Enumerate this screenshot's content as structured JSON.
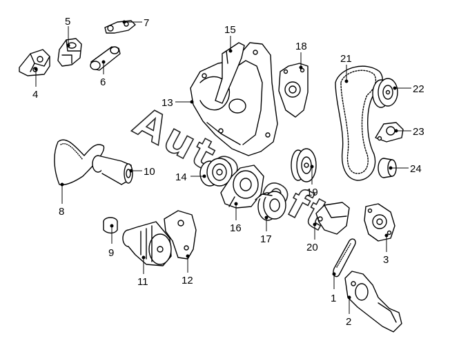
{
  "watermark": {
    "text": "Autosoft"
  },
  "callouts": [
    {
      "id": "1",
      "label": "1"
    },
    {
      "id": "2",
      "label": "2"
    },
    {
      "id": "3",
      "label": "3"
    },
    {
      "id": "4",
      "label": "4"
    },
    {
      "id": "5",
      "label": "5"
    },
    {
      "id": "6",
      "label": "6"
    },
    {
      "id": "7",
      "label": "7"
    },
    {
      "id": "8",
      "label": "8"
    },
    {
      "id": "9",
      "label": "9"
    },
    {
      "id": "10",
      "label": "10"
    },
    {
      "id": "11",
      "label": "11"
    },
    {
      "id": "12",
      "label": "12"
    },
    {
      "id": "13",
      "label": "13"
    },
    {
      "id": "14",
      "label": "14"
    },
    {
      "id": "15",
      "label": "15"
    },
    {
      "id": "16",
      "label": "16"
    },
    {
      "id": "17",
      "label": "17"
    },
    {
      "id": "18",
      "label": "18"
    },
    {
      "id": "19",
      "label": "19"
    },
    {
      "id": "20",
      "label": "20"
    },
    {
      "id": "21",
      "label": "21"
    },
    {
      "id": "22",
      "label": "22"
    },
    {
      "id": "23",
      "label": "23"
    },
    {
      "id": "24",
      "label": "24"
    }
  ],
  "colors": {
    "line": "#000000",
    "background": "#ffffff"
  }
}
